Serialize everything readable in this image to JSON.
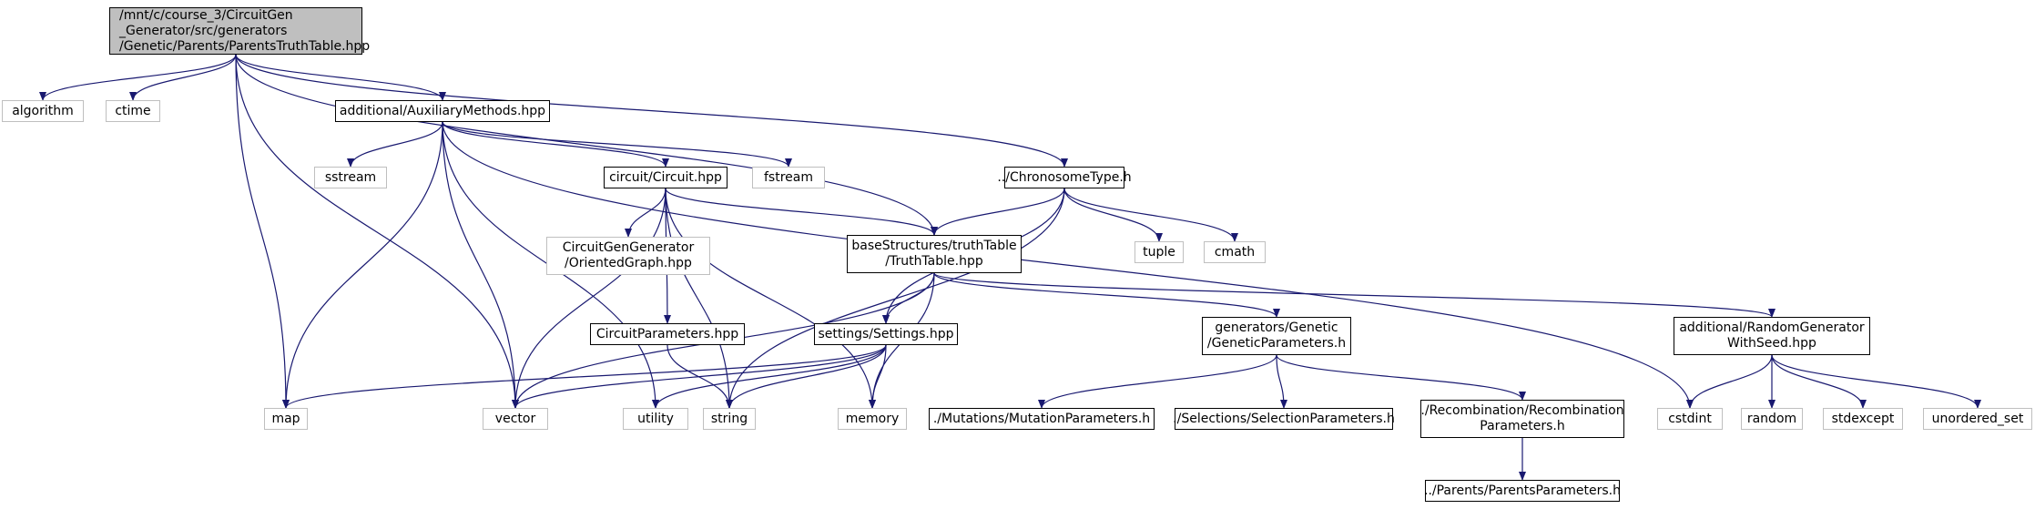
{
  "diagram": {
    "edge_color": "#191970",
    "root_fill": "#bfbfbf",
    "external_border_color": "#bfbfbf",
    "nodes": [
      {
        "id": "root",
        "label": "/mnt/c/course_3/CircuitGen\n_Generator/src/generators\n/Genetic/Parents/ParentsTruthTable.hpp",
        "kind": "root"
      },
      {
        "id": "algorithm",
        "label": "algorithm",
        "kind": "external"
      },
      {
        "id": "ctime",
        "label": "ctime",
        "kind": "external"
      },
      {
        "id": "auxiliary",
        "label": "additional/AuxiliaryMethods.hpp",
        "kind": "file"
      },
      {
        "id": "map",
        "label": "map",
        "kind": "external"
      },
      {
        "id": "vector",
        "label": "vector",
        "kind": "external"
      },
      {
        "id": "truthtable",
        "label": "baseStructures/truthTable\n/TruthTable.hpp",
        "kind": "file"
      },
      {
        "id": "chronosome",
        "label": "../ChronosomeType.h",
        "kind": "file"
      },
      {
        "id": "cstdint",
        "label": "cstdint",
        "kind": "external"
      },
      {
        "id": "sstream",
        "label": "sstream",
        "kind": "external"
      },
      {
        "id": "circuit",
        "label": "circuit/Circuit.hpp",
        "kind": "file"
      },
      {
        "id": "fstream",
        "label": "fstream",
        "kind": "external"
      },
      {
        "id": "utility",
        "label": "utility",
        "kind": "external"
      },
      {
        "id": "orientedgraph",
        "label": "CircuitGenGenerator\n/OrientedGraph.hpp",
        "kind": "external"
      },
      {
        "id": "circuitparams",
        "label": "CircuitParameters.hpp",
        "kind": "file"
      },
      {
        "id": "string",
        "label": "string",
        "kind": "external"
      },
      {
        "id": "memory",
        "label": "memory",
        "kind": "external"
      },
      {
        "id": "settings",
        "label": "settings/Settings.hpp",
        "kind": "file"
      },
      {
        "id": "geneticparams",
        "label": "generators/Genetic\n/GeneticParameters.h",
        "kind": "file"
      },
      {
        "id": "randomgen",
        "label": "additional/RandomGenerator\nWithSeed.hpp",
        "kind": "file"
      },
      {
        "id": "mutation",
        "label": "./Mutations/MutationParameters.h",
        "kind": "file"
      },
      {
        "id": "selection",
        "label": "./Selections/SelectionParameters.h",
        "kind": "file"
      },
      {
        "id": "recombination",
        "label": "./Recombination/Recombination\nParameters.h",
        "kind": "file"
      },
      {
        "id": "parentsparams",
        "label": "../Parents/ParentsParameters.h",
        "kind": "file"
      },
      {
        "id": "tuple",
        "label": "tuple",
        "kind": "external"
      },
      {
        "id": "cmath",
        "label": "cmath",
        "kind": "external"
      },
      {
        "id": "random",
        "label": "random",
        "kind": "external"
      },
      {
        "id": "stdexcept",
        "label": "stdexcept",
        "kind": "external"
      },
      {
        "id": "unordered_set",
        "label": "unordered_set",
        "kind": "external"
      }
    ],
    "edges": [
      [
        "root",
        "algorithm"
      ],
      [
        "root",
        "ctime"
      ],
      [
        "root",
        "auxiliary"
      ],
      [
        "root",
        "map"
      ],
      [
        "root",
        "vector"
      ],
      [
        "root",
        "truthtable"
      ],
      [
        "root",
        "chronosome"
      ],
      [
        "auxiliary",
        "sstream"
      ],
      [
        "auxiliary",
        "circuit"
      ],
      [
        "auxiliary",
        "fstream"
      ],
      [
        "auxiliary",
        "map"
      ],
      [
        "auxiliary",
        "vector"
      ],
      [
        "auxiliary",
        "utility"
      ],
      [
        "auxiliary",
        "cstdint"
      ],
      [
        "circuit",
        "orientedgraph"
      ],
      [
        "circuit",
        "truthtable"
      ],
      [
        "circuit",
        "circuitparams"
      ],
      [
        "circuit",
        "vector"
      ],
      [
        "circuit",
        "string"
      ],
      [
        "circuit",
        "memory"
      ],
      [
        "chronosome",
        "truthtable"
      ],
      [
        "chronosome",
        "settings"
      ],
      [
        "chronosome",
        "tuple"
      ],
      [
        "chronosome",
        "cmath"
      ],
      [
        "chronosome",
        "string"
      ],
      [
        "truthtable",
        "settings"
      ],
      [
        "truthtable",
        "geneticparams"
      ],
      [
        "truthtable",
        "randomgen"
      ],
      [
        "truthtable",
        "vector"
      ],
      [
        "truthtable",
        "memory"
      ],
      [
        "circuitparams",
        "string"
      ],
      [
        "settings",
        "map"
      ],
      [
        "settings",
        "vector"
      ],
      [
        "settings",
        "utility"
      ],
      [
        "settings",
        "string"
      ],
      [
        "settings",
        "memory"
      ],
      [
        "geneticparams",
        "mutation"
      ],
      [
        "geneticparams",
        "selection"
      ],
      [
        "geneticparams",
        "recombination"
      ],
      [
        "recombination",
        "parentsparams"
      ],
      [
        "randomgen",
        "cstdint"
      ],
      [
        "randomgen",
        "random"
      ],
      [
        "randomgen",
        "stdexcept"
      ],
      [
        "randomgen",
        "unordered_set"
      ]
    ]
  }
}
